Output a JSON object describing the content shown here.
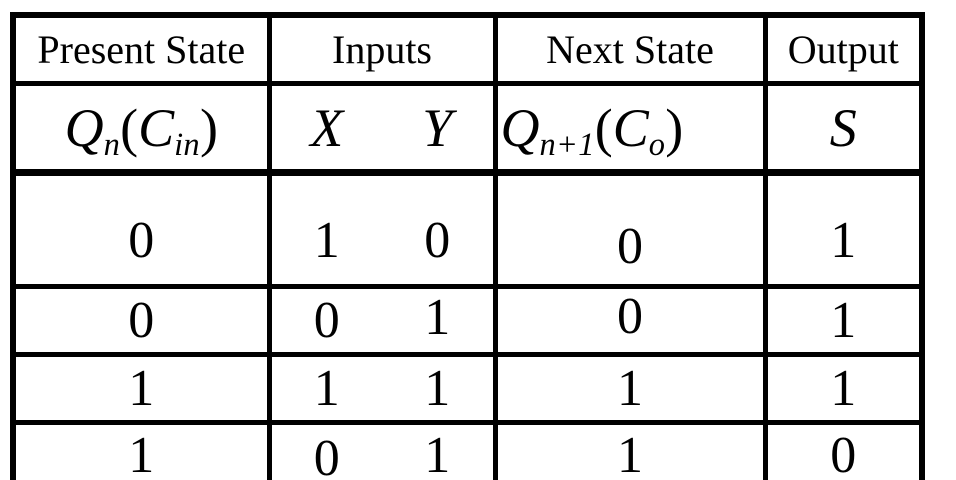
{
  "page": {
    "background": "#ffffff"
  },
  "colors": {
    "text": "#000000",
    "border": "#000000",
    "background": "#ffffff"
  },
  "table": {
    "group_headers": {
      "present_state": "Present State",
      "inputs": "Inputs",
      "next_state": "Next State",
      "output": "Output"
    },
    "symbol_headers": {
      "present_state": {
        "base": "Q",
        "base_sub": "n",
        "paren_open": "(",
        "inner": "C",
        "inner_sub": "in",
        "paren_close": ")"
      },
      "inputs": {
        "x": "X",
        "y": "Y"
      },
      "next_state": {
        "base": "Q",
        "base_sub": "n+1",
        "paren_open": "(",
        "inner": "C",
        "inner_sub": "o",
        "paren_close": ")"
      },
      "output": {
        "s": "S"
      }
    },
    "rows": [
      {
        "present_state": "0",
        "input_x": "1",
        "input_y": "0",
        "next_state": "0",
        "output_s": "1"
      },
      {
        "present_state": "0",
        "input_x": "0",
        "input_y": "1",
        "next_state": "0",
        "output_s": "1"
      },
      {
        "present_state": "1",
        "input_x": "1",
        "input_y": "1",
        "next_state": "1",
        "output_s": "1"
      },
      {
        "present_state": "1",
        "input_x": "0",
        "input_y": "1",
        "next_state": "1",
        "output_s": "0"
      }
    ]
  }
}
